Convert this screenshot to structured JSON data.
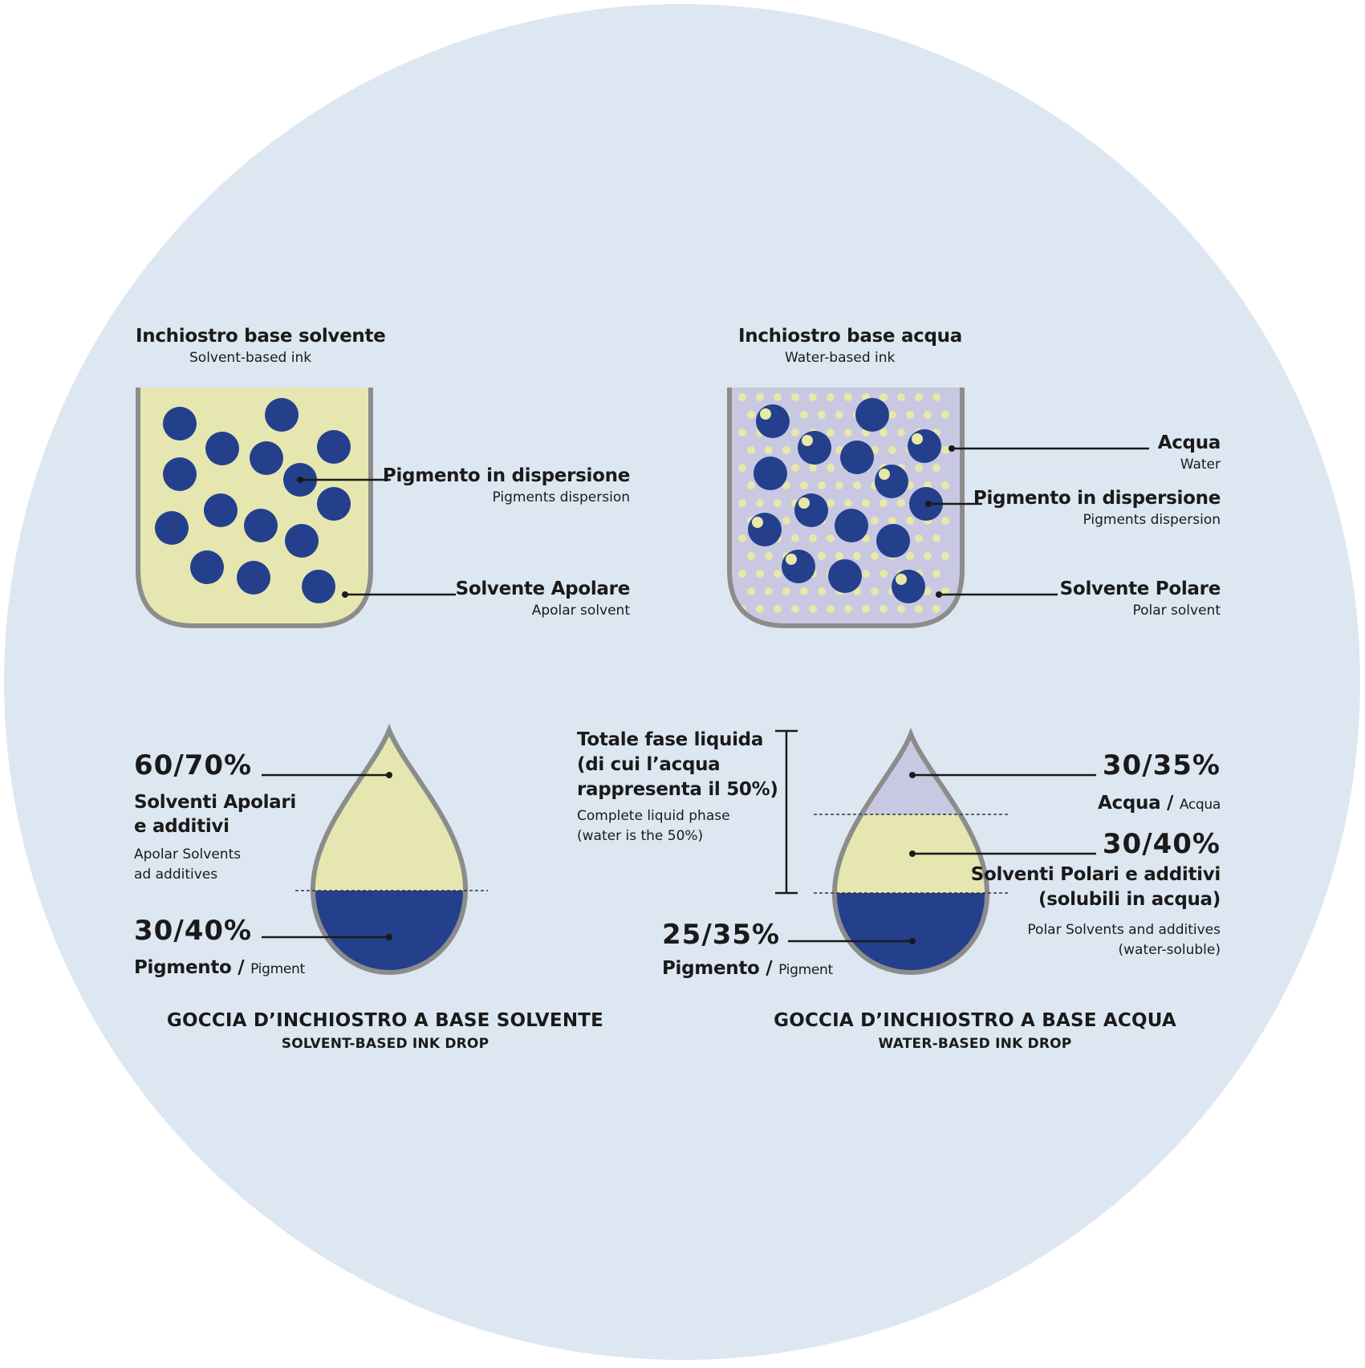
{
  "colors": {
    "background_circle": "#dde7f1",
    "solvent_fill": "#e6e6b0",
    "water_fill": "#c8c8e2",
    "pigment": "#243f8c",
    "container_stroke": "#8c8c8c",
    "small_dot": "#e8e8a8",
    "line": "#1a1a1a"
  },
  "solvent_container": {
    "title": "Inchiostro base solvente",
    "subtitle": "Solvent-based ink",
    "label_pigment": "Pigmento in dispersione",
    "label_pigment_en": "Pigments dispersion",
    "label_solvent": "Solvente Apolare",
    "label_solvent_en": "Apolar solvent"
  },
  "water_container": {
    "title": "Inchiostro base acqua",
    "subtitle": "Water-based ink",
    "label_water": "Acqua",
    "label_water_en": "Water",
    "label_pigment": "Pigmento in dispersione",
    "label_pigment_en": "Pigments dispersion",
    "label_solvent": "Solvente Polare",
    "label_solvent_en": "Polar solvent"
  },
  "solvent_drop": {
    "pct_solvent": "60/70%",
    "solvent_label_line1": "Solventi Apolari",
    "solvent_label_line2": "e additivi",
    "solvent_label_en_line1": "Apolar Solvents",
    "solvent_label_en_line2": "ad additives",
    "pct_pigment": "30/40%",
    "pigment_label": "Pigmento /",
    "pigment_label_en": "Pigment",
    "caption": "GOCCIA D’INCHIOSTRO A BASE SOLVENTE",
    "caption_en": "SOLVENT-BASED INK DROP"
  },
  "water_drop": {
    "liquid_line1": "Totale fase liquida",
    "liquid_line2": "(di cui l’acqua",
    "liquid_line3": "rappresenta il 50%)",
    "liquid_en_line1": "Complete liquid phase",
    "liquid_en_line2": "(water is the 50%)",
    "pct_water": "30/35%",
    "water_label": "Acqua /",
    "water_label_en": "Acqua",
    "pct_solvent": "30/40%",
    "solvent_label_line1": "Solventi Polari e additivi",
    "solvent_label_line2": "(solubili in acqua)",
    "solvent_label_en_line1": "Polar Solvents and additives",
    "solvent_label_en_line2": "(water-soluble)",
    "pct_pigment": "25/35%",
    "pigment_label": "Pigmento /",
    "pigment_label_en": "Pigment",
    "caption": "GOCCIA D’INCHIOSTRO A BASE ACQUA",
    "caption_en": "WATER-BASED INK DROP"
  }
}
